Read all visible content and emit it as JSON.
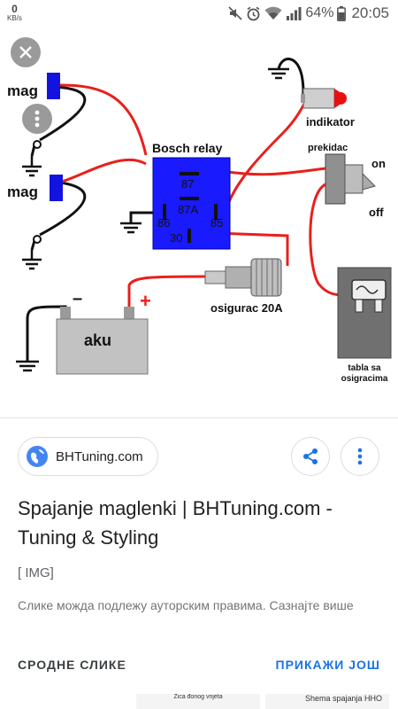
{
  "status_bar": {
    "net_speed": "0",
    "net_speed_unit": "KB/s",
    "battery": "64%",
    "time": "20:05",
    "icons": [
      "mute-icon",
      "alarm-icon",
      "wifi-icon",
      "signal-icon",
      "battery-icon"
    ]
  },
  "diagram": {
    "labels": {
      "mag_top": "mag",
      "mag_bottom": "mag",
      "relay_title": "Bosch relay",
      "pin_87": "87",
      "pin_87a": "87A",
      "pin_86": "86",
      "pin_85": "85",
      "pin_30": "30",
      "indikator": "indikator",
      "prekidac": "prekidac",
      "on": "on",
      "off": "off",
      "minus": "–",
      "plus": "+",
      "aku": "aku",
      "fuse": "osigurac 20A",
      "fuse_box_line1": "tabla sa",
      "fuse_box_line2": "osigracima"
    },
    "colors": {
      "wire_red": "#e8201c",
      "wire_black": "#111111",
      "relay_blue": "#1a1aff",
      "mag_blue": "#1313e0",
      "indicator_red": "#e81010"
    }
  },
  "source": {
    "name": "BHTuning.com",
    "icon": "globe-icon"
  },
  "result": {
    "title": "Spajanje maglenki | BHTuning.com - Tuning & Styling",
    "tag": "[ IMG]",
    "copyright": "Слике можда подлежу ауторским правима. Сазнајте више"
  },
  "related": {
    "label": "СРОДНЕ СЛИКЕ",
    "show_all": "ПРИКАЖИ ЈОШ",
    "thumbs": [
      {
        "caption": "Žica đonog vrijeta"
      },
      {
        "caption": "Shema spajanja HHO"
      }
    ]
  }
}
